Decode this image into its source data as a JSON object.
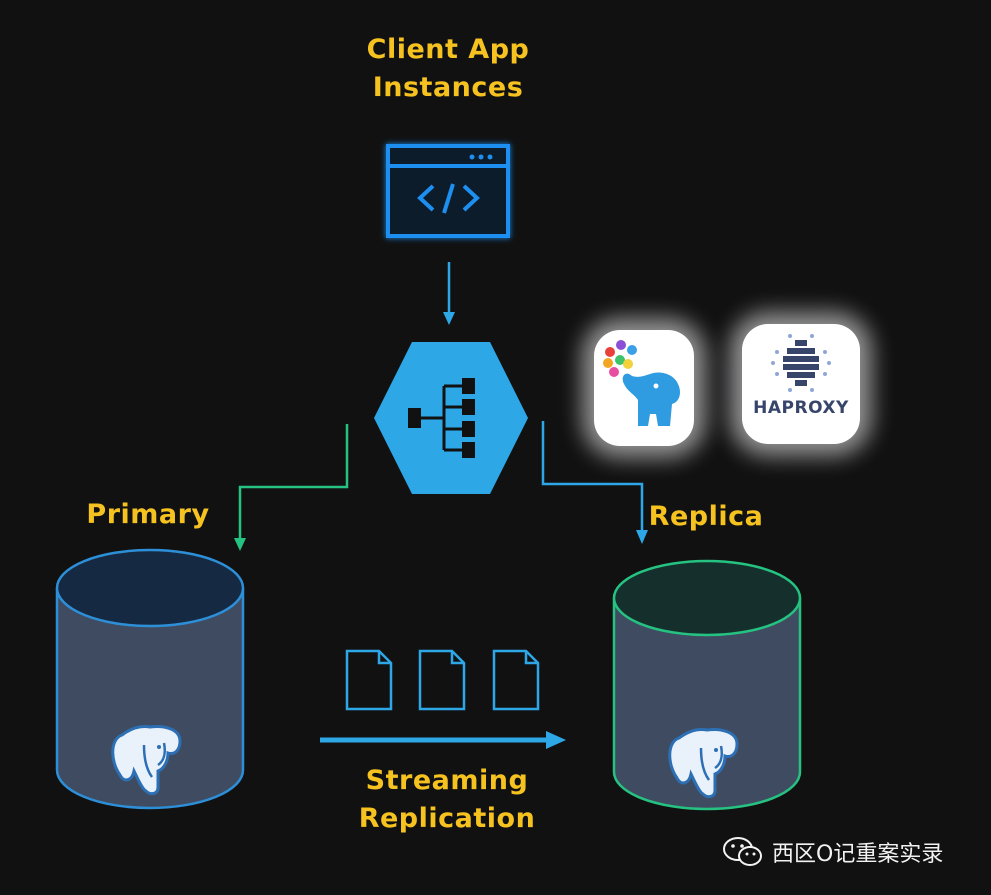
{
  "labels": {
    "client_line1": "Client App",
    "client_line2": "Instances",
    "primary": "Primary",
    "replica": "Replica",
    "streaming_line1": "Streaming",
    "streaming_line2": "Replication"
  },
  "logos": {
    "pgpool": "pgpool-elephant-icon",
    "haproxy_text": "HAPROXY"
  },
  "watermark": {
    "text": "西区O记重案实录",
    "icon": "wechat-icon"
  },
  "colors": {
    "accent_yellow": "#f6c21f",
    "blue": "#2ea7e6",
    "green": "#25c281",
    "background": "#111112"
  }
}
